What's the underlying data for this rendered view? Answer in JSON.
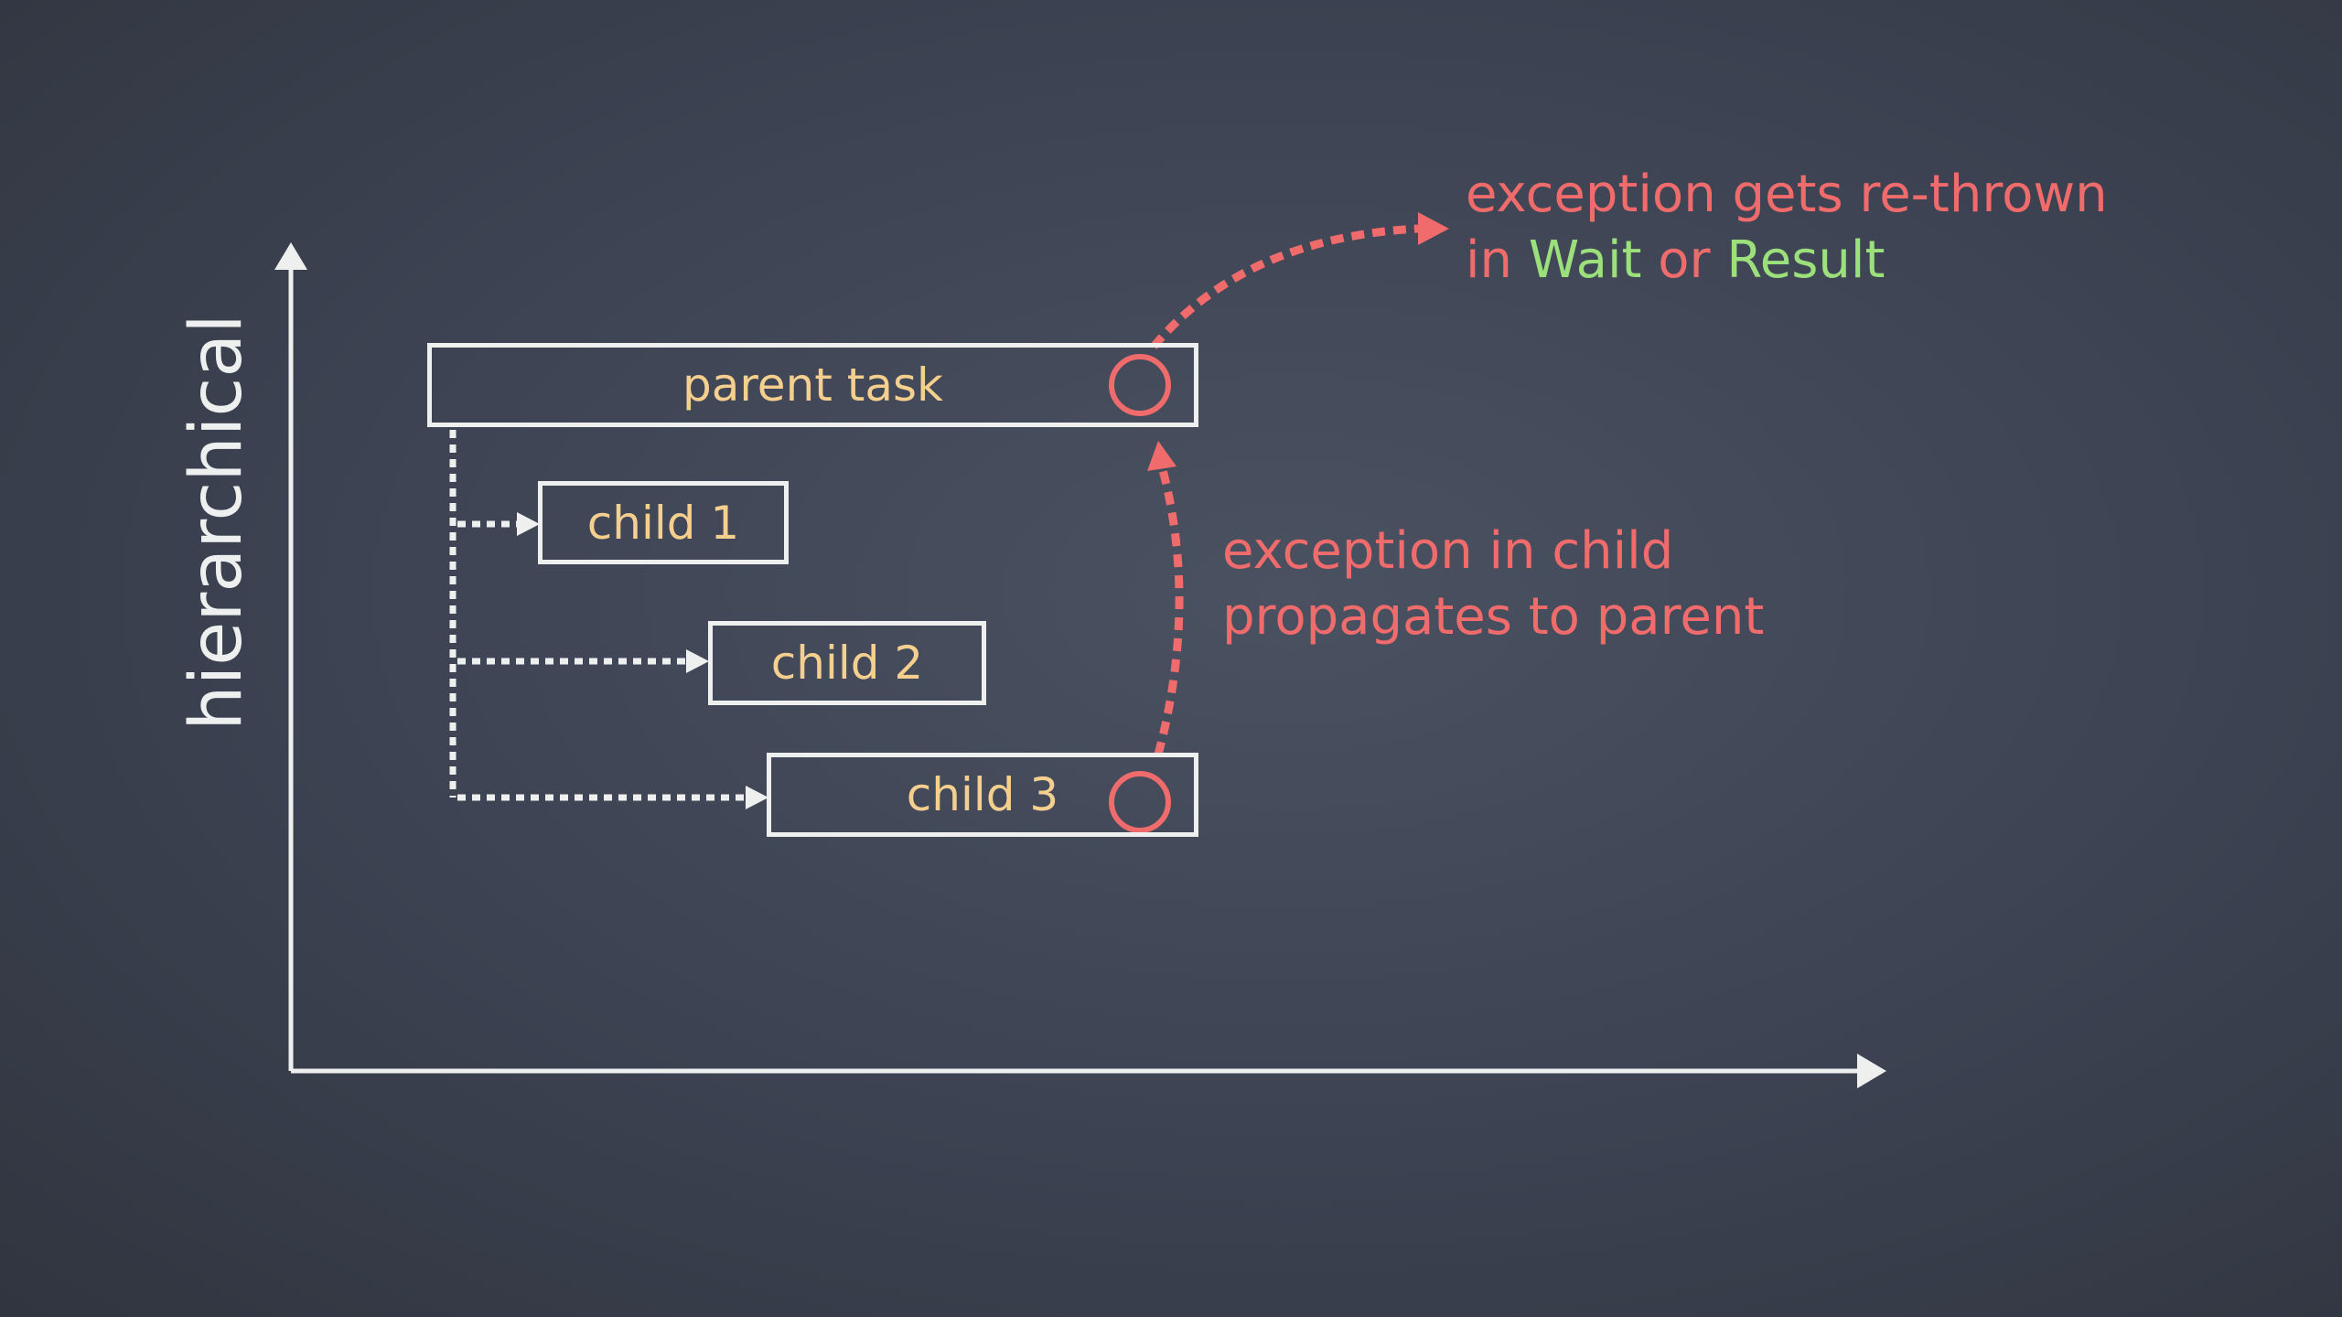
{
  "axis_label": "hierarchical",
  "tasks": {
    "parent": "parent task",
    "child1": "child 1",
    "child2": "child 2",
    "child3": "child 3"
  },
  "annotations": {
    "rethrown_line1": "exception gets re-thrown",
    "rethrown_in": "in ",
    "rethrown_wait": "Wait",
    "rethrown_or": " or ",
    "rethrown_result": "Result",
    "propagate_line1": "exception in child",
    "propagate_line2": "propagates to parent"
  },
  "colors": {
    "background": "#3c4251",
    "chalk": "#eef0f0",
    "label": "#f5cf8e",
    "exception": "#f06b6b",
    "method": "#9be07a"
  }
}
